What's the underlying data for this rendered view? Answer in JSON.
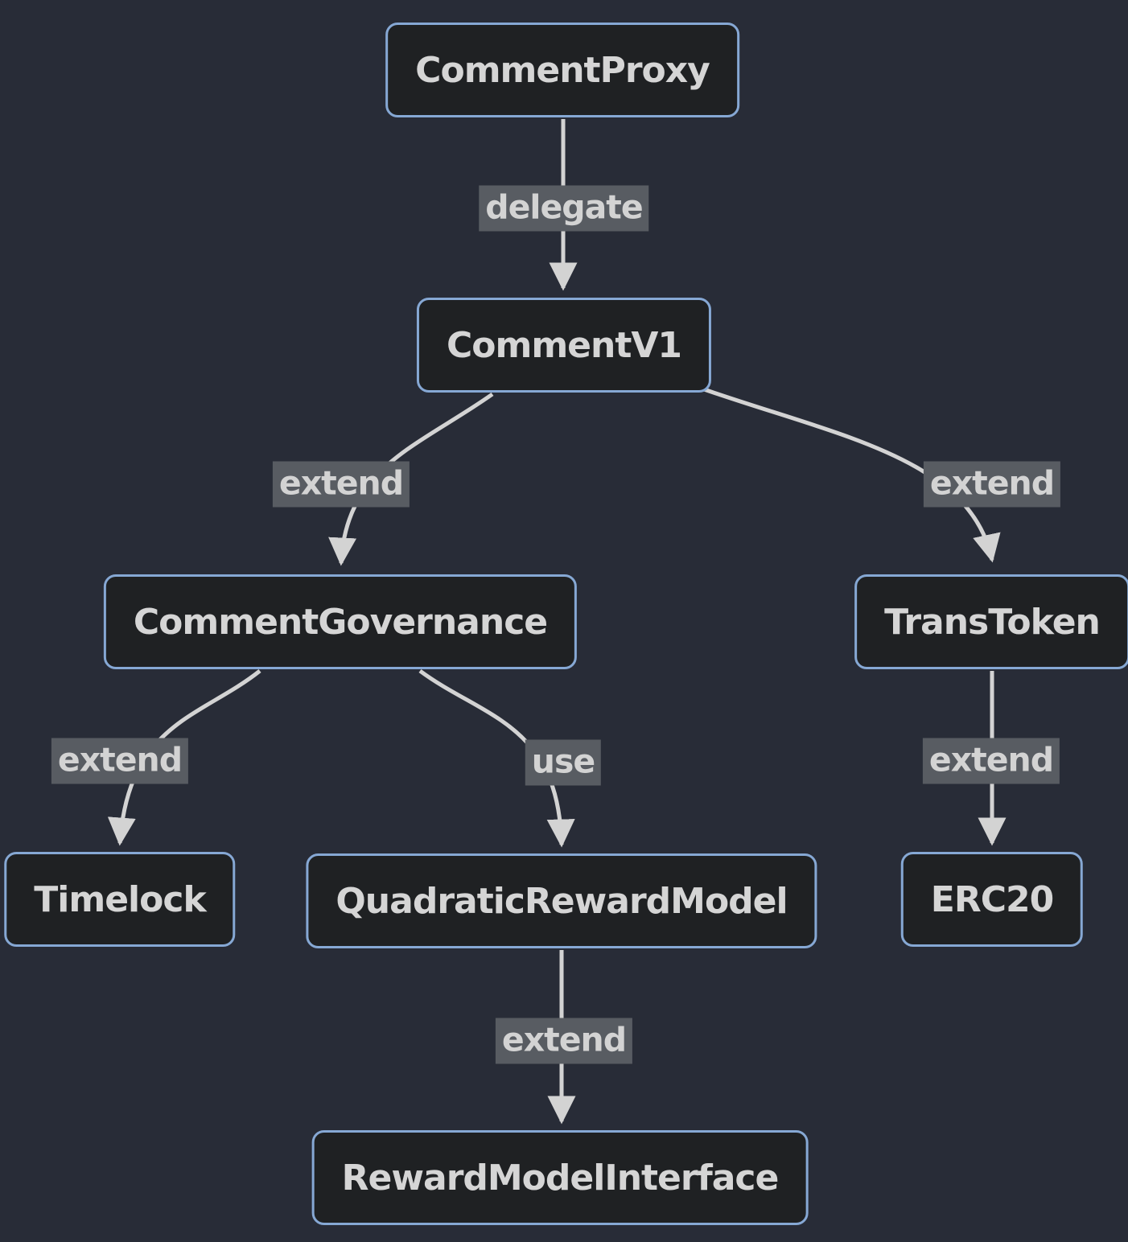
{
  "diagram": {
    "type": "flowchart",
    "direction": "top-down",
    "theme": {
      "background": "#282c37",
      "node_fill": "#1f2123",
      "node_border": "#86a8d4",
      "node_text": "#d5d5d5",
      "edge_line": "#d3d3d3",
      "edge_label_bg": "#585c62",
      "edge_label_text": "#d3d3d3"
    },
    "nodes": [
      {
        "id": "CommentProxy",
        "label": "CommentProxy"
      },
      {
        "id": "CommentV1",
        "label": "CommentV1"
      },
      {
        "id": "CommentGovernance",
        "label": "CommentGovernance"
      },
      {
        "id": "TransToken",
        "label": "TransToken"
      },
      {
        "id": "Timelock",
        "label": "Timelock"
      },
      {
        "id": "QuadraticRewardModel",
        "label": "QuadraticRewardModel"
      },
      {
        "id": "ERC20",
        "label": "ERC20"
      },
      {
        "id": "RewardModelInterface",
        "label": "RewardModelInterface"
      }
    ],
    "edges": [
      {
        "from": "CommentProxy",
        "to": "CommentV1",
        "label": "delegate"
      },
      {
        "from": "CommentV1",
        "to": "CommentGovernance",
        "label": "extend"
      },
      {
        "from": "CommentV1",
        "to": "TransToken",
        "label": "extend"
      },
      {
        "from": "CommentGovernance",
        "to": "Timelock",
        "label": "extend"
      },
      {
        "from": "CommentGovernance",
        "to": "QuadraticRewardModel",
        "label": "use"
      },
      {
        "from": "TransToken",
        "to": "ERC20",
        "label": "extend"
      },
      {
        "from": "QuadraticRewardModel",
        "to": "RewardModelInterface",
        "label": "extend"
      }
    ]
  }
}
